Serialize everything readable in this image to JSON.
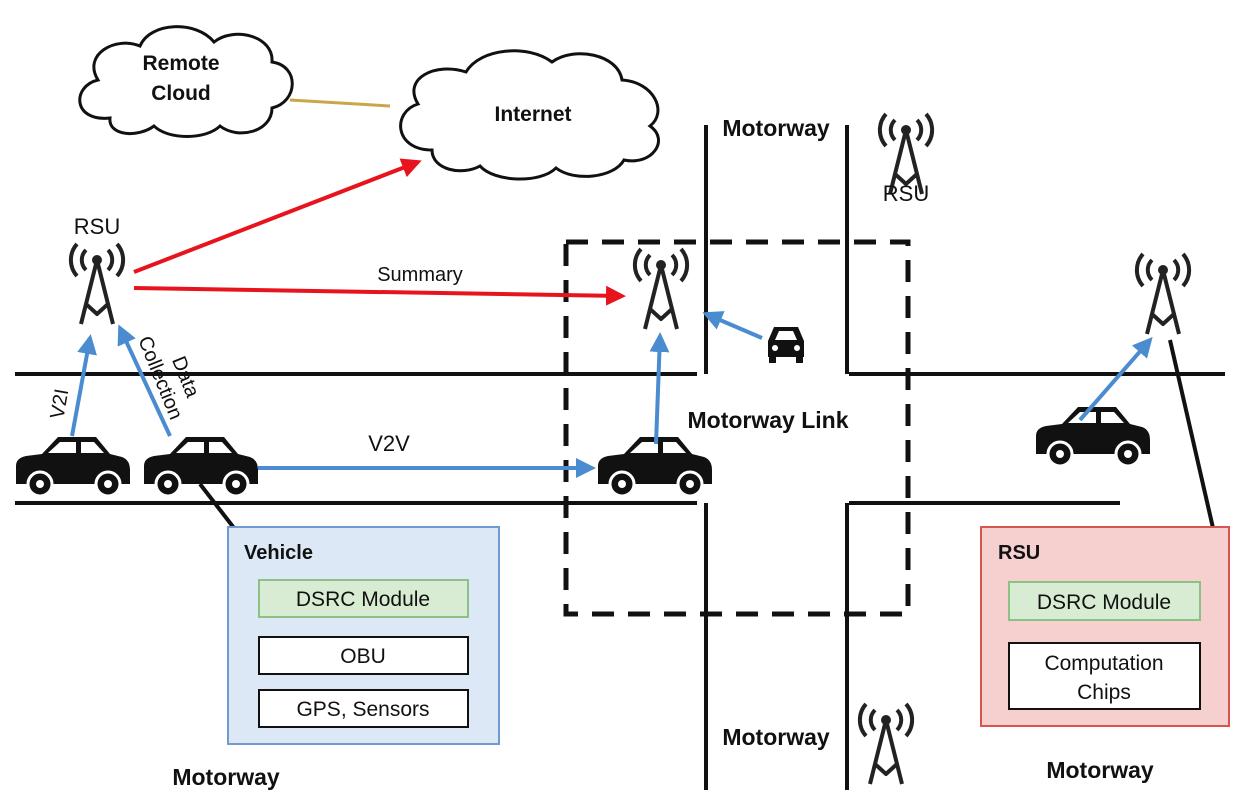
{
  "labels": {
    "remote_cloud_line1": "Remote",
    "remote_cloud_line2": "Cloud",
    "internet": "Internet",
    "rsu_left": "RSU",
    "rsu_top_right": "RSU",
    "summary": "Summary",
    "data_collection_line1": "Data",
    "data_collection_line2": "Collection",
    "v2i": "V2I",
    "v2v": "V2V",
    "motorway_link": "Motorway Link",
    "motorway_top": "Motorway",
    "motorway_bottom_center": "Motorway",
    "motorway_bottom_left": "Motorway",
    "motorway_bottom_right": "Motorway"
  },
  "vehicle_box": {
    "title": "Vehicle",
    "items": [
      "DSRC Module",
      "OBU",
      "GPS, Sensors"
    ]
  },
  "rsu_box": {
    "title": "RSU",
    "items": [
      "DSRC Module",
      "Computation",
      "Chips"
    ]
  },
  "colors": {
    "v2x_link": "#4a8ccf",
    "summary_link": "#e8141d",
    "cloud_link": "#c9a64a",
    "vehicle_box_fill": "#dce8f6",
    "vehicle_box_stroke": "#6f9bd0",
    "rsu_box_fill": "#f6cfcf",
    "rsu_box_stroke": "#d9534f",
    "dsrc_fill": "#d8ecd3",
    "dsrc_stroke": "#8cc084"
  }
}
